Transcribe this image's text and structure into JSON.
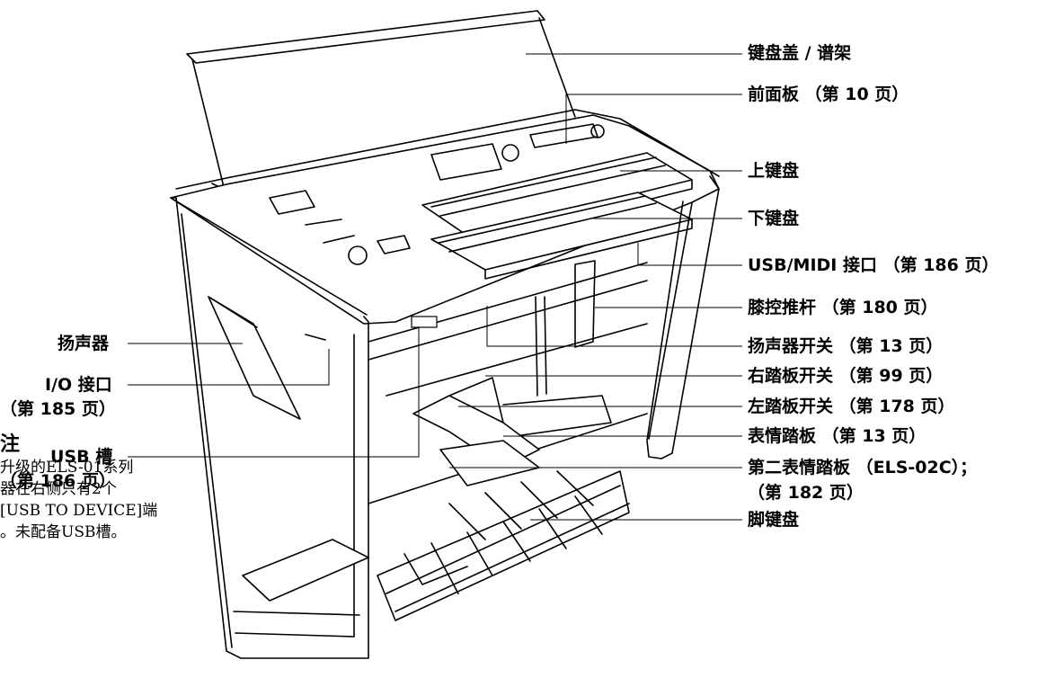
{
  "labels": {
    "cover": "键盘盖 / 谱架",
    "front_panel": "前面板 （第 10 页）",
    "upper_keyboard": "上键盘",
    "lower_keyboard": "下键盘",
    "usb_midi": "USB/MIDI 接口 （第 186 页）",
    "knee_lever": "膝控推杆 （第 180 页）",
    "speaker_switch": "扬声器开关 （第 13 页）",
    "right_footswitch": "右踏板开关 （第 99 页）",
    "left_footswitch": "左踏板开关 （第 178 页）",
    "expression_pedal": "表情踏板 （第 13 页）",
    "second_expression": "第二表情踏板 （ELS-02C）；",
    "second_expression_page": "（第 182 页）",
    "pedalboard": "脚键盘",
    "speaker": "扬声器",
    "io_connector": "I/O 接口",
    "io_page": "（第 185 页）",
    "usb_slot": "USB 槽",
    "usb_slot_page": "（第 186 页）"
  },
  "note": {
    "title": "注",
    "lines": [
      "升级的ELS-01系列",
      "器在右侧只有2个",
      "[USB TO DEVICE]端",
      "。未配备USB槽。"
    ]
  }
}
